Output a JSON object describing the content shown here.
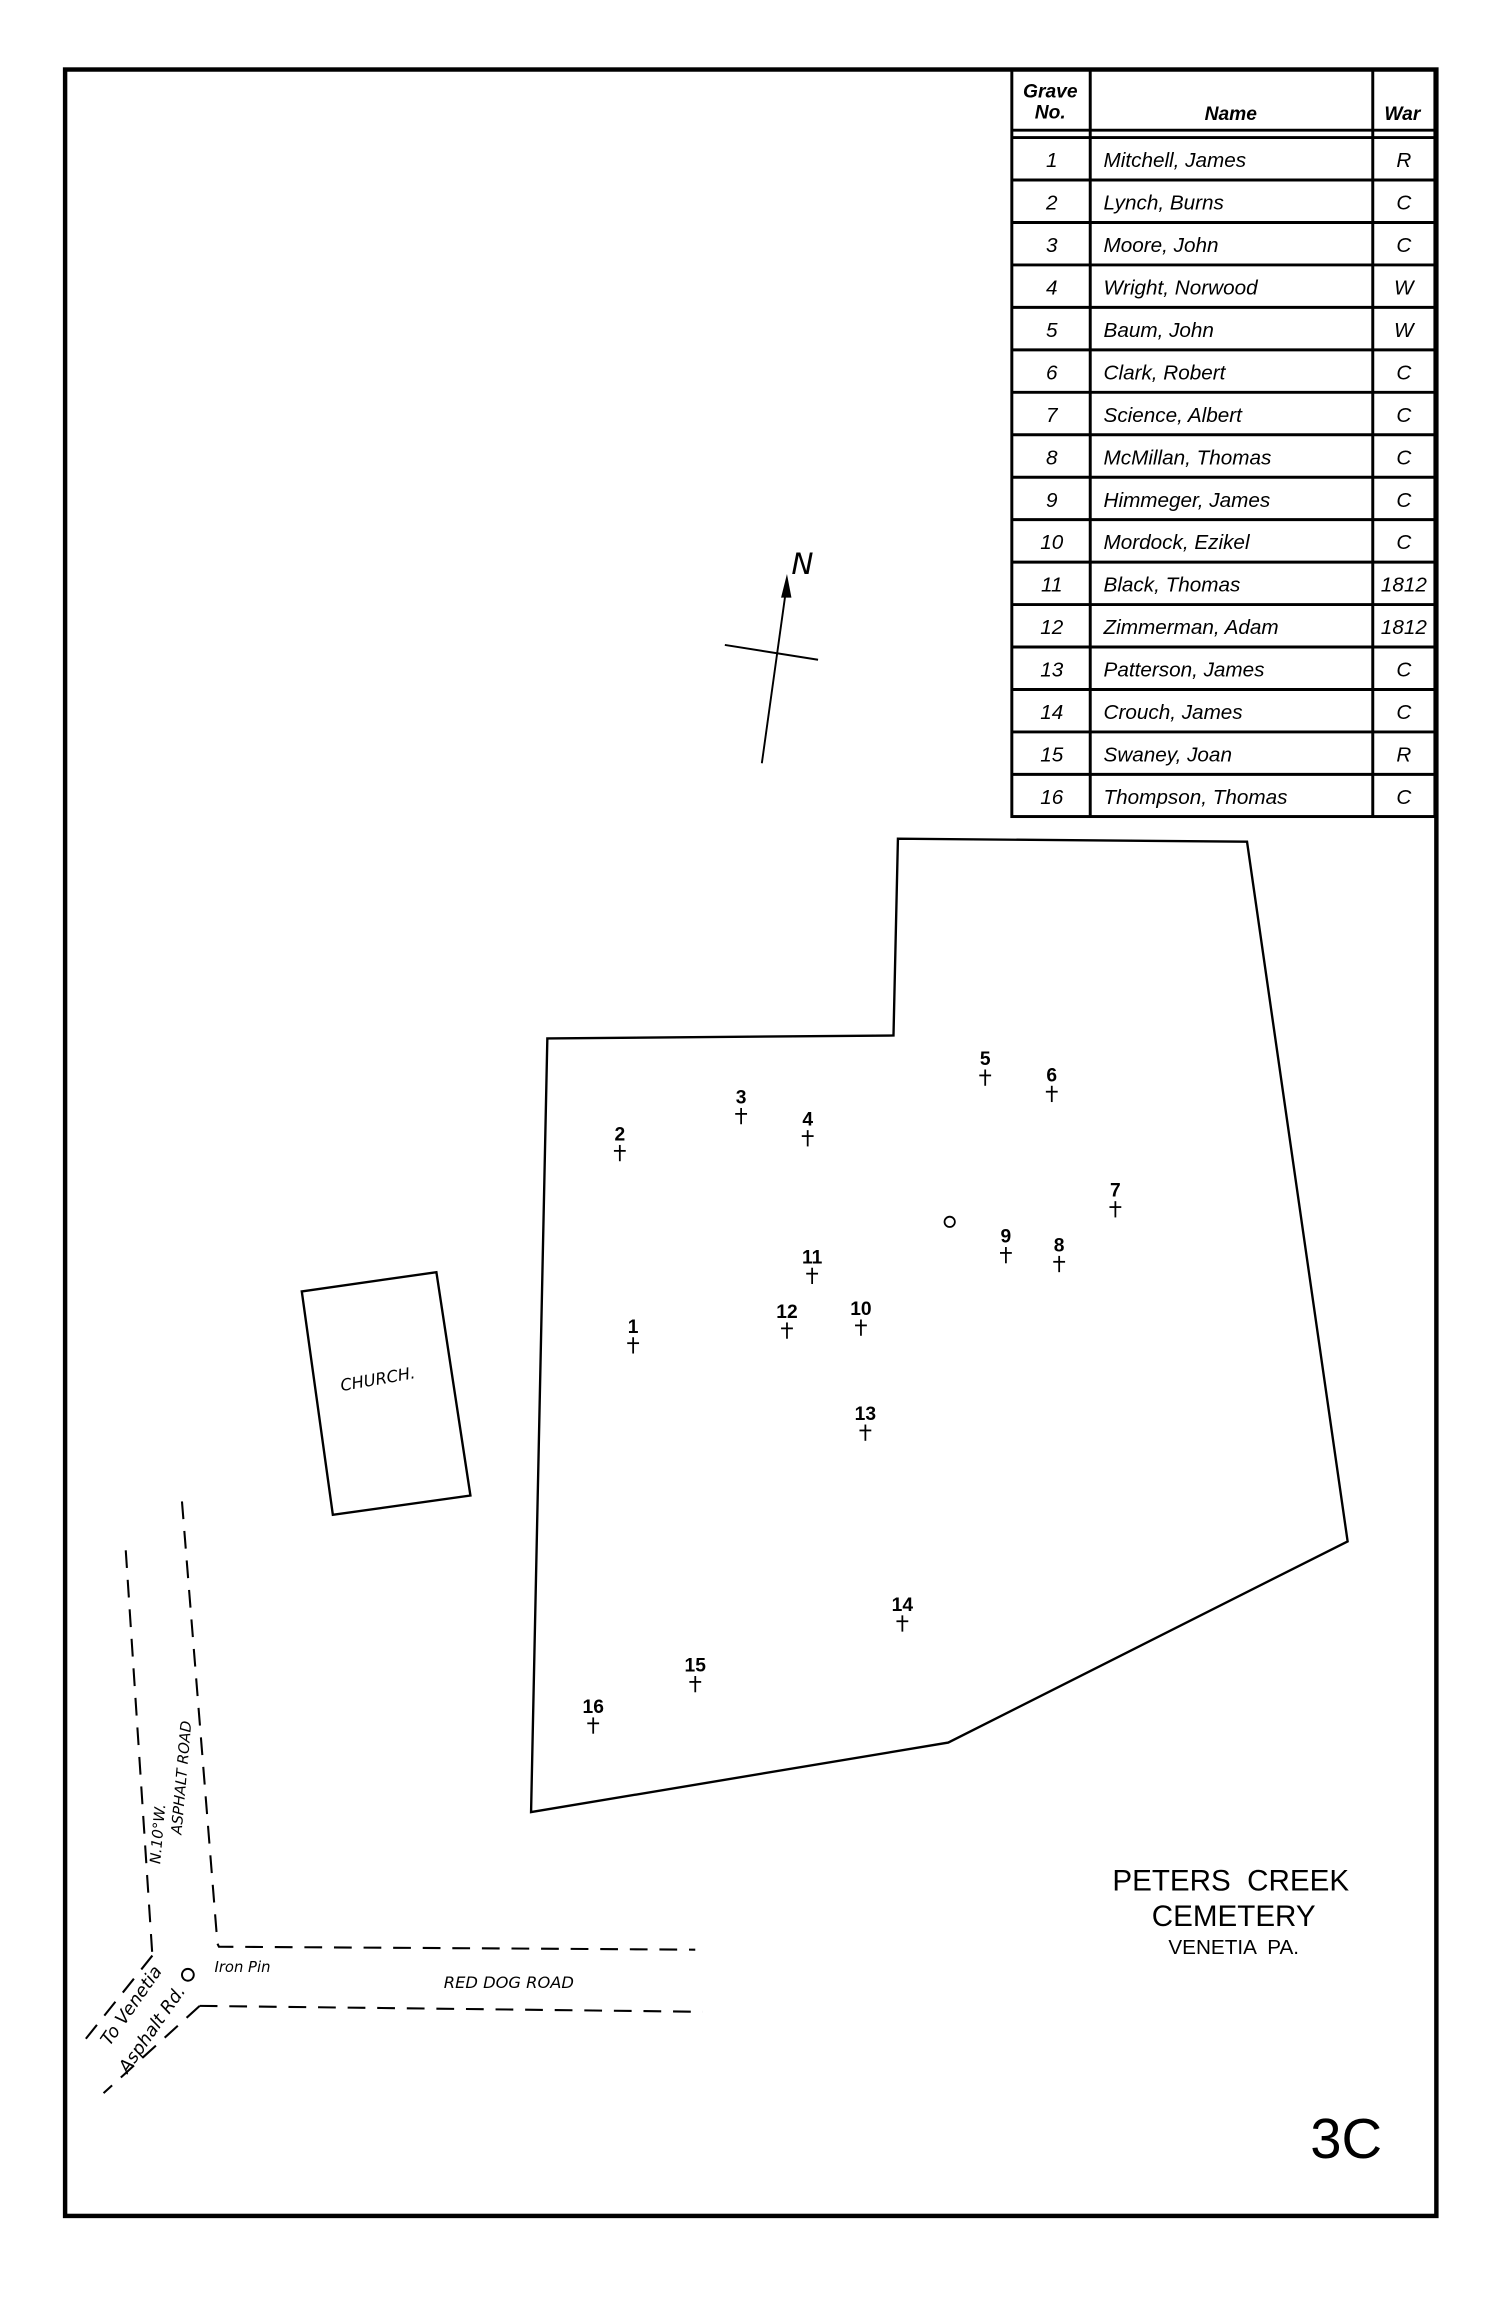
{
  "table": {
    "headers": {
      "grave_no_line1": "Grave",
      "grave_no_line2": "No.",
      "name": "Name",
      "war": "War"
    },
    "rows": [
      {
        "no": "1",
        "name": "Mitchell, James",
        "war": "R"
      },
      {
        "no": "2",
        "name": "Lynch, Burns",
        "war": "C"
      },
      {
        "no": "3",
        "name": "Moore, John",
        "war": "C"
      },
      {
        "no": "4",
        "name": "Wright, Norwood",
        "war": "W"
      },
      {
        "no": "5",
        "name": "Baum, John",
        "war": "W"
      },
      {
        "no": "6",
        "name": "Clark, Robert",
        "war": "C"
      },
      {
        "no": "7",
        "name": "Science, Albert",
        "war": "C"
      },
      {
        "no": "8",
        "name": "McMillan, Thomas",
        "war": "C"
      },
      {
        "no": "9",
        "name": "Himmeger, James",
        "war": "C"
      },
      {
        "no": "10",
        "name": "Mordock, Ezikel",
        "war": "C"
      },
      {
        "no": "11",
        "name": "Black, Thomas",
        "war": "1812"
      },
      {
        "no": "12",
        "name": "Zimmerman, Adam",
        "war": "1812"
      },
      {
        "no": "13",
        "name": "Patterson, James",
        "war": "C"
      },
      {
        "no": "14",
        "name": "Crouch, James",
        "war": "C"
      },
      {
        "no": "15",
        "name": "Swaney, Joan",
        "war": "R"
      },
      {
        "no": "16",
        "name": "Thompson, Thomas",
        "war": "C"
      }
    ]
  },
  "map": {
    "north_label": "N",
    "church_label": "CHURCH.",
    "iron_pin_label": "Iron Pin",
    "red_dog_road_label": "RED DOG ROAD",
    "bearing_label": "N.10°W.",
    "asphalt_road_label": "ASPHALT ROAD",
    "to_venetia_line1": "To Venetia",
    "to_venetia_line2": "Asphalt Rd.",
    "graves": [
      "1",
      "2",
      "3",
      "4",
      "5",
      "6",
      "7",
      "8",
      "9",
      "10",
      "11",
      "12",
      "13",
      "14",
      "15",
      "16"
    ]
  },
  "title": {
    "line1": "PETERS  CREEK",
    "line2": "CEMETERY",
    "line3": "VENETIA  PA."
  },
  "sheet_id": "3C"
}
